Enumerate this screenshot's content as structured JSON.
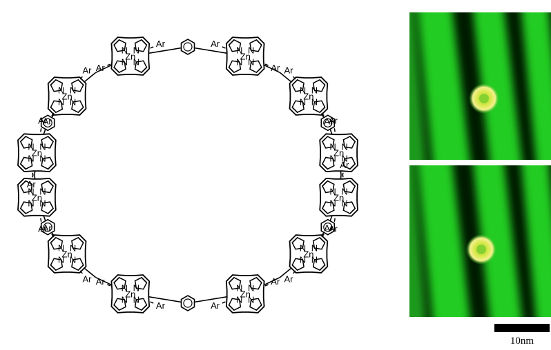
{
  "diagram": {
    "metal_label": "Zn",
    "nitrogen_label": "N",
    "aryl_label": "Ar",
    "porphyrin_count": 12,
    "colors": {
      "bond": "#000000",
      "stm_background": "#001a00",
      "stm_stripe": "#22cc22",
      "stm_ring": "#d8e84a"
    }
  },
  "scale_bar": {
    "label": "10nm"
  }
}
